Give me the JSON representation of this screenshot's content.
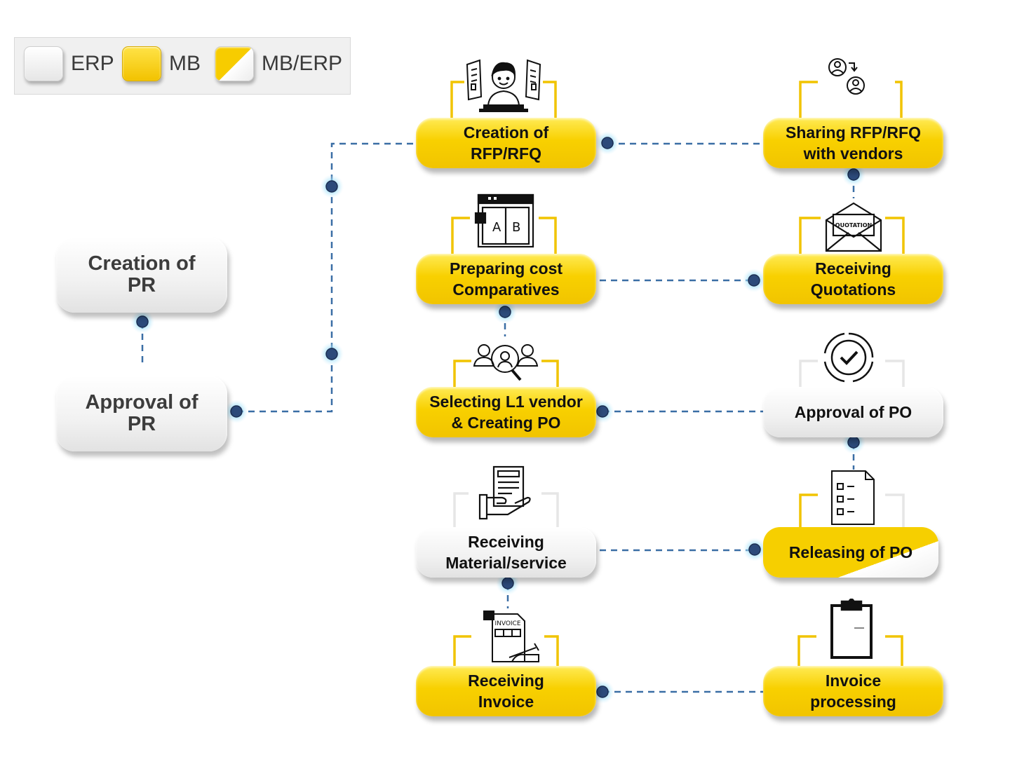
{
  "legend": {
    "items": [
      {
        "label": "ERP",
        "swatch": "erp"
      },
      {
        "label": "MB",
        "swatch": "mb"
      },
      {
        "label": "MB/ERP",
        "swatch": "mix"
      }
    ]
  },
  "colors": {
    "mb_yellow": "#f8d000",
    "erp_gray": "#eeeeee",
    "connector": "#3a6ea5",
    "bracket": "#f1c400"
  },
  "nodes": {
    "creation_pr": "Creation of\nPR",
    "approval_pr": "Approval of\nPR",
    "creation_rfp": "Creation of\nRFP/RFQ",
    "sharing_rfp": "Sharing RFP/RFQ\nwith vendors",
    "preparing_cost": "Preparing cost\nComparatives",
    "receiving_quotations": "Receiving\nQuotations",
    "selecting_l1": "Selecting L1 vendor\n& Creating PO",
    "approval_po": "Approval of PO",
    "receiving_material": "Receiving\nMaterial/service",
    "releasing_po": "Releasing of PO",
    "receiving_invoice": "Receiving\nInvoice",
    "invoice_processing": "Invoice\nprocessing"
  },
  "icon_text": {
    "quotation": "QUOTATION",
    "invoice": "INVOICE",
    "a": "A",
    "b": "B"
  },
  "icons": [
    "person-documents-icon",
    "swap-users-icon",
    "ab-compare-icon",
    "quotation-envelope-icon",
    "vendor-search-icon",
    "approval-check-icon",
    "receive-document-icon",
    "checklist-icon",
    "invoice-sign-icon",
    "clipboard-icon"
  ]
}
